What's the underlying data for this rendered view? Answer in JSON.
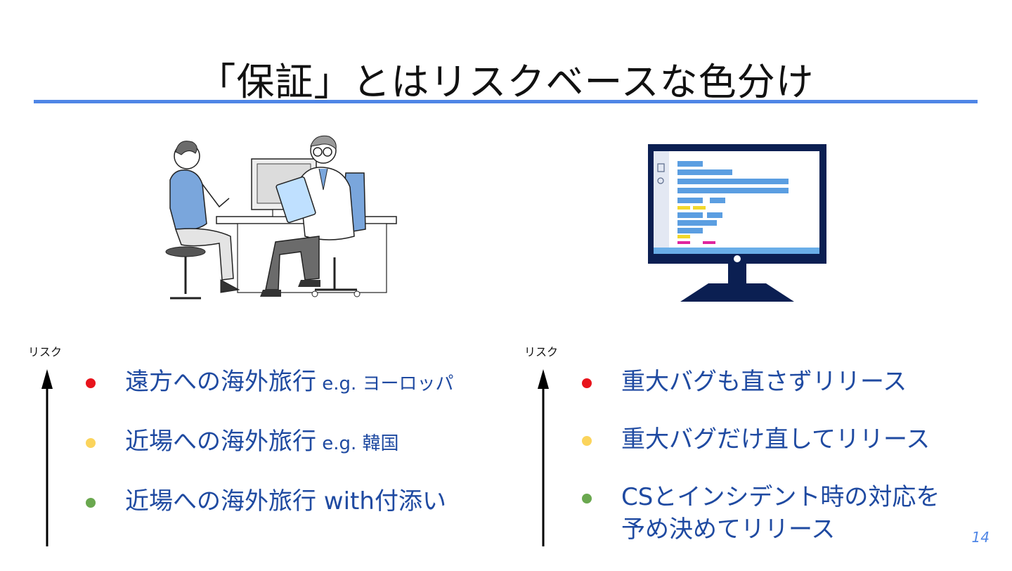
{
  "slide": {
    "title": "「保証」とはリスクベースな色分け",
    "page_number": "14"
  },
  "left": {
    "axis_label": "リスク",
    "items": [
      {
        "main": "遠方への海外旅行",
        "note": " e.g. ヨーロッパ",
        "level": "high"
      },
      {
        "main": "近場への海外旅行",
        "note": " e.g. 韓国",
        "level": "medium"
      },
      {
        "main": "近場への海外旅行 with付添い",
        "note": "",
        "level": "low"
      }
    ]
  },
  "right": {
    "axis_label": "リスク",
    "items": [
      {
        "main": "重大バグも直さずリリース",
        "level": "high"
      },
      {
        "main": "重大バグだけ直してリリース",
        "level": "medium"
      },
      {
        "main": "CSとインシデント時の対応を",
        "main2": "予め決めてリリース",
        "level": "low"
      }
    ]
  },
  "colors": {
    "accent": "#4f86e6",
    "high": "#e8141c",
    "medium": "#fbd45c",
    "low": "#6aa84f",
    "text": "#1f4aa1",
    "monitor": "#0b1f52"
  },
  "icons": {
    "left_illustration": "doctor-consultation-illustration",
    "right_illustration": "code-monitor-illustration"
  }
}
